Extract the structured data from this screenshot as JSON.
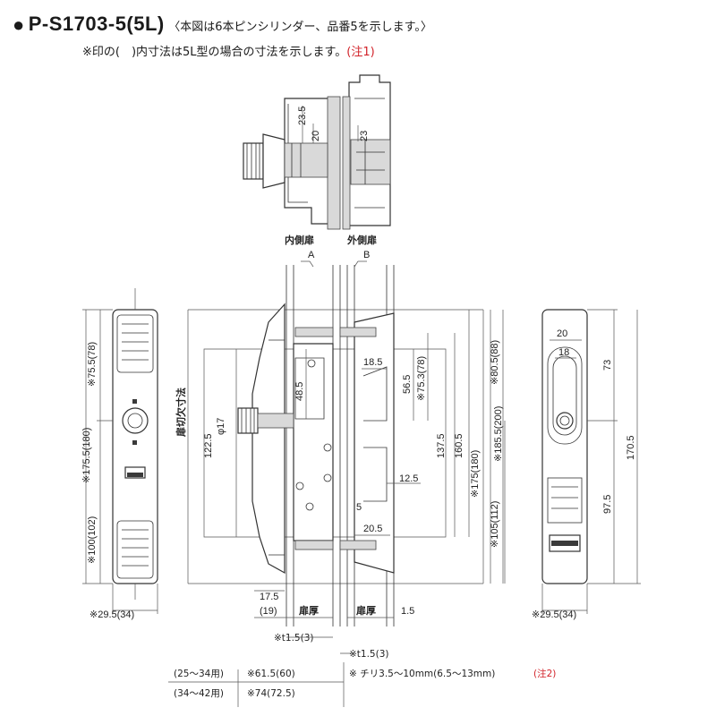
{
  "header": {
    "bullet": "●",
    "model": "P-S1703-5(5L)",
    "desc": "〈本図は6本ピンシリンダー、品番5を示します。〉",
    "note": "※印の(　)内寸法は5L型の場合の寸法を示します。",
    "note_ref": "(注1)"
  },
  "labels": {
    "inner_door": "内側扉",
    "outer_door": "外側扉",
    "side_a": "A",
    "side_b": "B",
    "door_cut": "扉切欠寸法",
    "door_thick_left": "扉厚",
    "door_thick_right": "扉厚"
  },
  "dims": {
    "top_23_5": "23.5",
    "top_20": "20",
    "top_23": "23",
    "left_175_5": "※175.5(180)",
    "left_75_5": "※75.5(78)",
    "left_100": "※100(102)",
    "left_29_5": "※29.5(34)",
    "phi17": "φ17",
    "d48_5": "48.5",
    "d122_5": "122.5",
    "d18_5": "18.5",
    "d56_5": "56.5",
    "d75_3": "※75.3(78)",
    "d80_5": "※80.5(88)",
    "d137_5": "137.5",
    "d160_5": "160.5",
    "d175": "※175(180)",
    "d185_5": "※185.5(200)",
    "d105": "※105(112)",
    "d12_5": "12.5",
    "d5": "5",
    "d20_5": "20.5",
    "d17_5": "17.5",
    "d19": "(19)",
    "d1_5": "1.5",
    "t1_5_left": "※t1.5(3)",
    "t1_5_right": "※t1.5(3)",
    "range1": "(25～34用)",
    "range2": "(34～42用)",
    "d61_5": "※61.5(60)",
    "d74": "※74(72.5)",
    "chiri": "※ チリ3.5～10mm(6.5～13mm)",
    "chiri_ref": "(注2)",
    "right_20": "20",
    "right_18": "18",
    "right_73": "73",
    "right_170_5": "170.5",
    "right_97_5": "97.5",
    "right_29_5": "※29.5(34)"
  },
  "colors": {
    "accent_red": "#d2232a",
    "line": "#333333"
  }
}
